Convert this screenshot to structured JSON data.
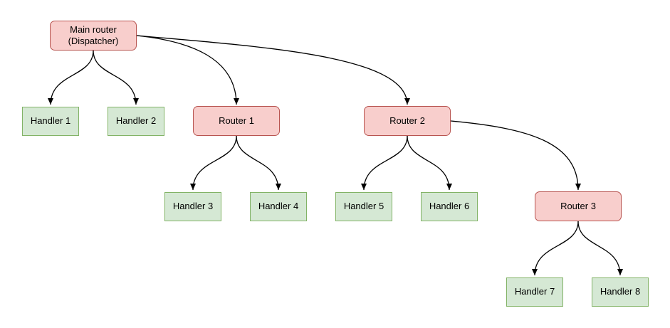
{
  "diagram": {
    "colors": {
      "router_fill": "#f8cecc",
      "router_border": "#b85450",
      "handler_fill": "#d5e8d4",
      "handler_border": "#82b366",
      "edge_color": "#000000",
      "background": "#ffffff",
      "text": "#000000"
    },
    "nodes": [
      {
        "id": "main-router",
        "label": "Main router\n(Dispatcher)",
        "kind": "router"
      },
      {
        "id": "handler-1",
        "label": "Handler 1",
        "kind": "handler"
      },
      {
        "id": "handler-2",
        "label": "Handler 2",
        "kind": "handler"
      },
      {
        "id": "router-1",
        "label": "Router 1",
        "kind": "router"
      },
      {
        "id": "router-2",
        "label": "Router 2",
        "kind": "router"
      },
      {
        "id": "handler-3",
        "label": "Handler 3",
        "kind": "handler"
      },
      {
        "id": "handler-4",
        "label": "Handler 4",
        "kind": "handler"
      },
      {
        "id": "handler-5",
        "label": "Handler 5",
        "kind": "handler"
      },
      {
        "id": "handler-6",
        "label": "Handler 6",
        "kind": "handler"
      },
      {
        "id": "router-3",
        "label": "Router 3",
        "kind": "router"
      },
      {
        "id": "handler-7",
        "label": "Handler 7",
        "kind": "handler"
      },
      {
        "id": "handler-8",
        "label": "Handler 8",
        "kind": "handler"
      }
    ],
    "edges": [
      {
        "from": "main-router",
        "to": "handler-1"
      },
      {
        "from": "main-router",
        "to": "handler-2"
      },
      {
        "from": "main-router",
        "to": "router-1"
      },
      {
        "from": "main-router",
        "to": "router-2"
      },
      {
        "from": "router-1",
        "to": "handler-3"
      },
      {
        "from": "router-1",
        "to": "handler-4"
      },
      {
        "from": "router-2",
        "to": "handler-5"
      },
      {
        "from": "router-2",
        "to": "handler-6"
      },
      {
        "from": "router-2",
        "to": "router-3"
      },
      {
        "from": "router-3",
        "to": "handler-7"
      },
      {
        "from": "router-3",
        "to": "handler-8"
      }
    ]
  }
}
